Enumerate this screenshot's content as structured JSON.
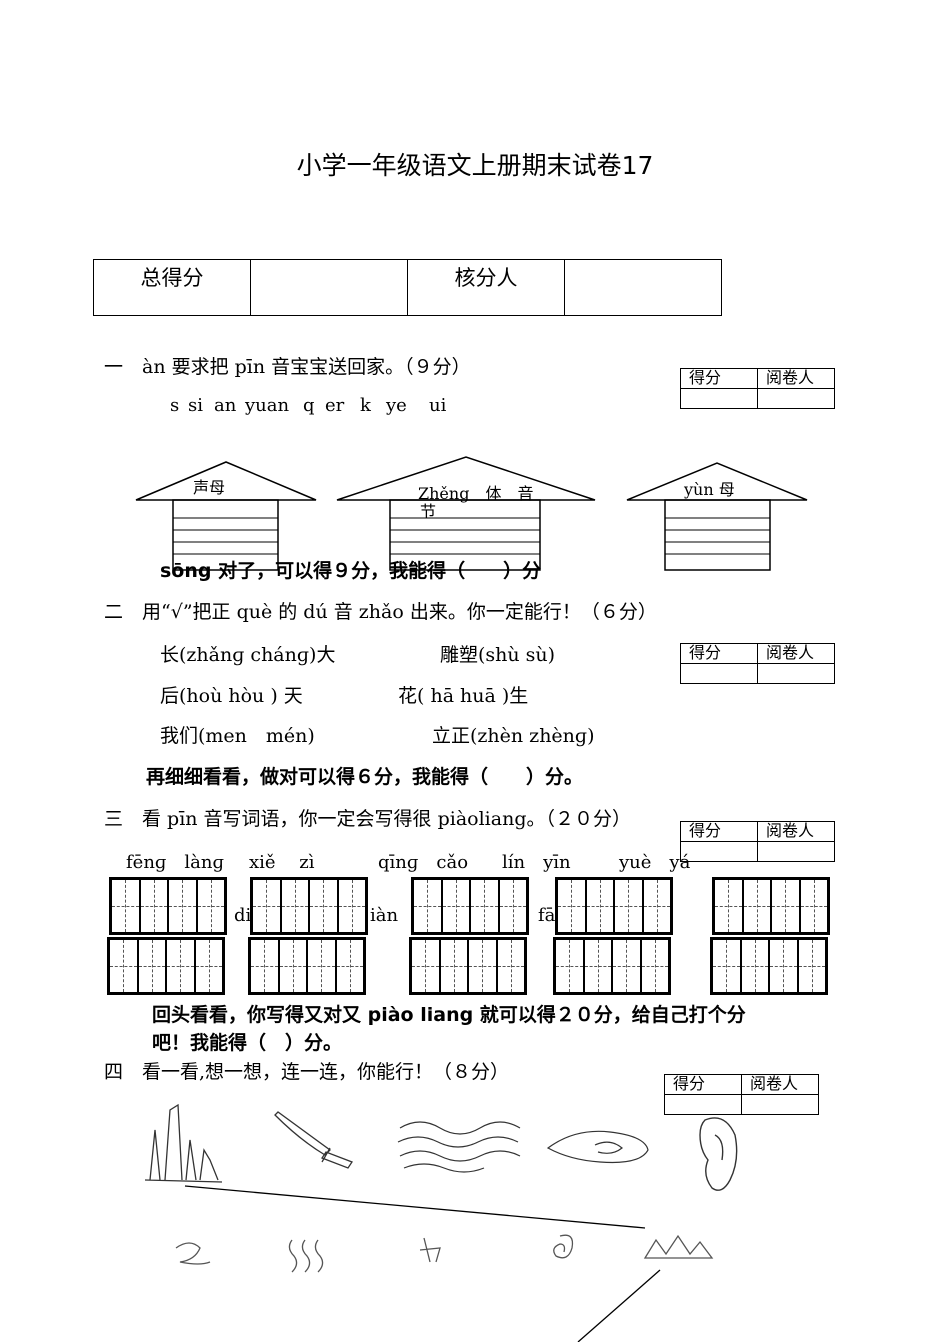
{
  "title": "小学一年级语文上册期末试卷17",
  "score_table": {
    "total_label": "总得分",
    "checker_label": "核分人"
  },
  "grader": {
    "score_label": "得分",
    "reviewer_label": "阅卷人"
  },
  "q1": {
    "heading": "一　àn 要求把 pīn 音宝宝送回家。（９分）",
    "letters": [
      "s",
      "si",
      "an",
      "yuan",
      "q",
      "er",
      "k",
      "ye",
      "ui"
    ],
    "house1": "声母",
    "house2_line1": "Zhěng　体　音",
    "house2_line2": "节",
    "house3": "yùn 母",
    "footer": "sōng 对了，可以得９分，我能得（　　）分"
  },
  "q2": {
    "heading": "二　用“√”把正 què 的 dú 音 zhǎo 出来。你一定能行！（６分）",
    "items": [
      "长(zhǎnɡ chánɡ)大",
      "雕塑(shù sù)",
      "后(hoù hòu ) 天",
      "花( hā huā )生",
      "我们(men　mén)",
      "立正(zhèn zhènɡ)"
    ],
    "footer": "再细细看看，做对可以得６分，我能得（　　）分。"
  },
  "q3": {
    "heading": "三　看 pīn 音写词语，你一定会写得很 piàoliang。（２０分）",
    "pinyin_row1": [
      "fēnɡ　lànɡ",
      "xiě　 zì",
      "qīnɡ　cǎo",
      "lín　yīn",
      "yuè　yá"
    ],
    "pinyin_row2": [
      "di",
      "iàn",
      "fā"
    ],
    "footer_line1": "回头看看，你写得又对又 piào liang 就可以得２０分，给自己打个分",
    "footer_line2": "吧！我能得（　）分。"
  },
  "q4": {
    "heading": "四　看一看,想一想，连一连，你能行！（８分）"
  }
}
